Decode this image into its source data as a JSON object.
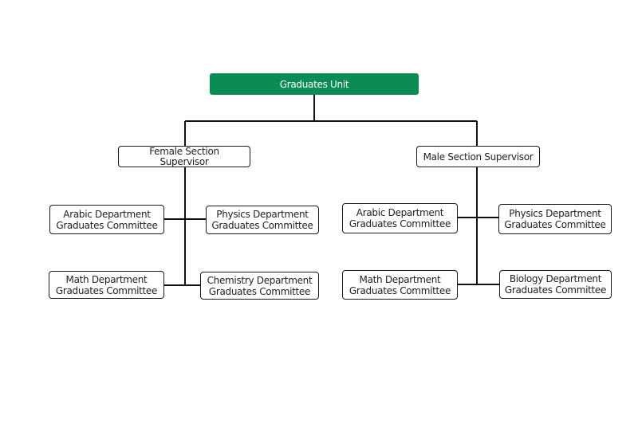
{
  "colors": {
    "root_fill": "#0b8c54",
    "line": "#111111"
  },
  "root": {
    "label": "Graduates Unit"
  },
  "female": {
    "supervisor": [
      "Female Section",
      "Supervisor"
    ],
    "arabic": [
      "Arabic Department",
      "Graduates Committee"
    ],
    "physics": [
      "Physics Department",
      "Graduates Committee"
    ],
    "math": [
      "Math Department",
      "Graduates Committee"
    ],
    "chemistry": [
      "Chemistry Department",
      "Graduates Committee"
    ]
  },
  "male": {
    "supervisor": [
      "Male Section Supervisor"
    ],
    "arabic": [
      "Arabic Department",
      "Graduates Committee"
    ],
    "physics": [
      "Physics Department",
      "Graduates Committee"
    ],
    "math": [
      "Math Department",
      "Graduates Committee"
    ],
    "biology": [
      "Biology Department",
      "Graduates Committee"
    ]
  }
}
